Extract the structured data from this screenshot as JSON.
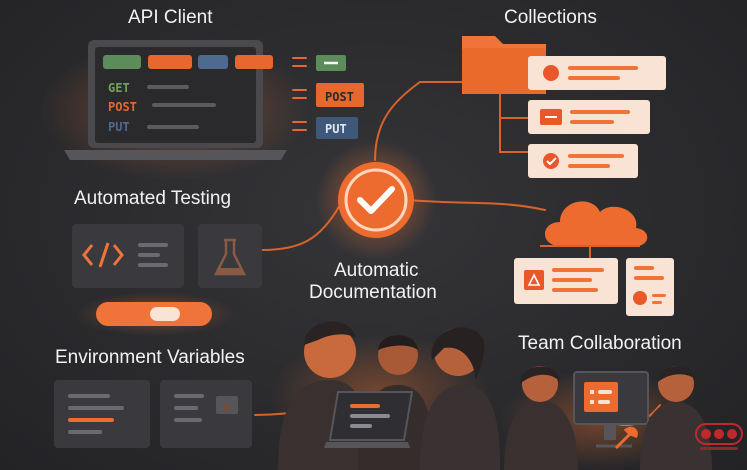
{
  "titles": {
    "api_client": "API Client",
    "collections": "Collections",
    "automated_testing": "Automated Testing",
    "automatic_documentation_line1": "Automatic",
    "automatic_documentation_line2": "Documentation",
    "environment_variables": "Environment Variables",
    "team_collaboration": "Team Collaboration"
  },
  "api_client": {
    "methods": [
      "GET",
      "POST",
      "PUT"
    ],
    "method_colors": [
      "#6fa35b",
      "#e8672f",
      "#4f6a8f"
    ],
    "badges": [
      "POST",
      "PUT"
    ]
  },
  "colors": {
    "accent": "#f0743a",
    "background": "#2b2b2e",
    "card": "#f8e3d4",
    "green": "#5c8c5a",
    "blue": "#3f5778"
  },
  "icons": [
    "laptop-icon",
    "folder-icon",
    "check-icon",
    "code-icon",
    "flask-icon",
    "cloud-icon",
    "toggle-icon",
    "people-icon"
  ]
}
